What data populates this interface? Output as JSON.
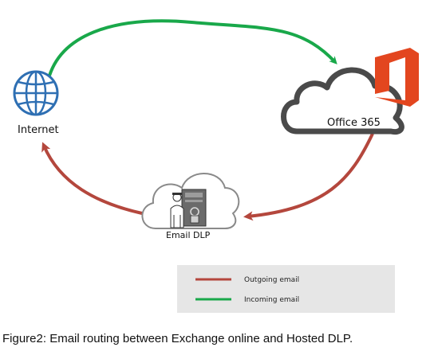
{
  "nodes": {
    "internet": {
      "label": "Internet",
      "icon": "globe-icon"
    },
    "office365": {
      "label": "Office 365",
      "icon": "office-logo-icon"
    },
    "email_dlp": {
      "label": "Email DLP",
      "icon": "dlp-server-icon"
    }
  },
  "edges": [
    {
      "from": "Internet",
      "to": "Office 365",
      "type": "Incoming email"
    },
    {
      "from": "Office 365",
      "to": "Email DLP",
      "type": "Outgoing email"
    },
    {
      "from": "Email DLP",
      "to": "Internet",
      "type": "Outgoing email"
    }
  ],
  "legend": {
    "items": [
      {
        "label": "Outgoing email",
        "color": "#b4473d"
      },
      {
        "label": "Incoming email",
        "color": "#19a84a"
      }
    ]
  },
  "colors": {
    "incoming": "#19a84a",
    "outgoing": "#b4473d",
    "office_logo": "#e3461f",
    "cloud_outline": "#4a4a4a",
    "globe": "#2e6fb3",
    "legend_bg": "#e6e6e6"
  },
  "caption": "Figure2: Email routing between Exchange online and Hosted DLP."
}
